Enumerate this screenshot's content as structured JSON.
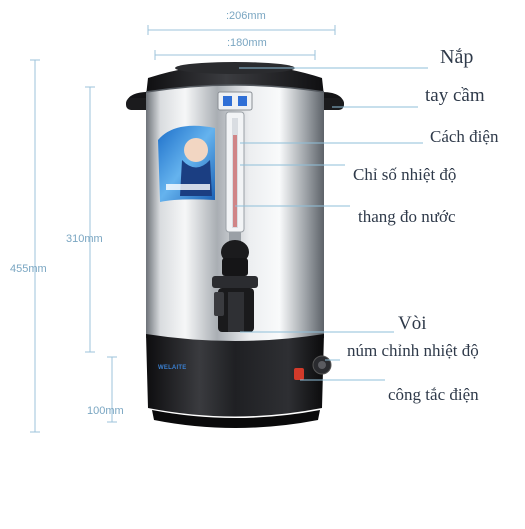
{
  "dimensions": {
    "top_outer": ":206mm",
    "top_inner": ":180mm",
    "body_height": "310mm",
    "total_height": "455mm",
    "base_height": "100mm"
  },
  "labels": {
    "lid": "Nắp",
    "handle": "tay cầm",
    "insulation": "Cách điện",
    "temp_indicator": "Chỉ số nhiệt độ",
    "water_gauge": "thang đo nước",
    "tap": "Vòi",
    "temp_knob": "núm chỉnh nhiệt độ",
    "power_switch": "công tắc điện"
  },
  "brand": {
    "logo_text": "WELAITE"
  },
  "colors": {
    "leader_line": "#8fbfd9",
    "label_text": "#2f3a4a",
    "dimension_text": "#7aa6c2",
    "body_steel": "#c9ccd0",
    "base_black": "#1c1c1e",
    "switch_red": "#d23a2a"
  }
}
